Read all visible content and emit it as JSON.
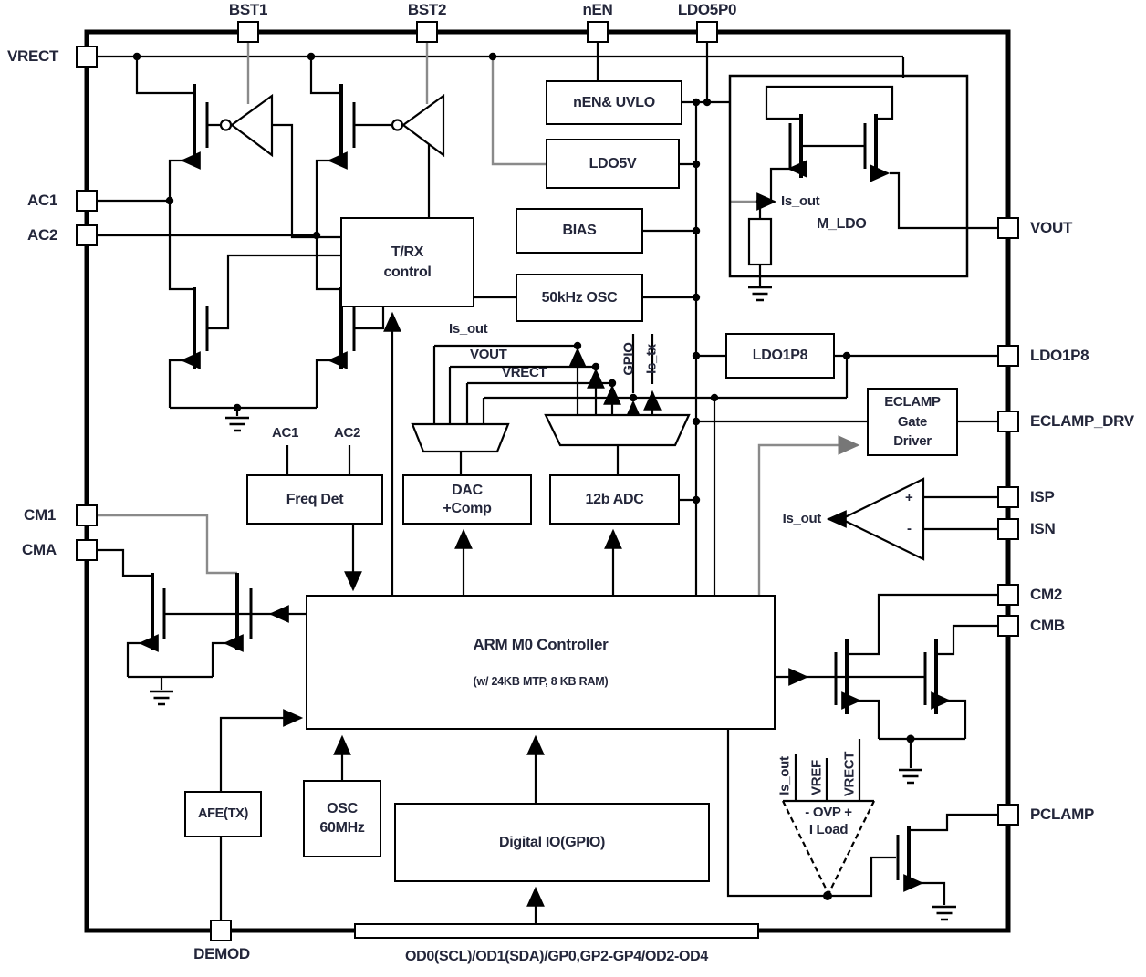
{
  "pins": {
    "top": [
      {
        "id": "BST1",
        "label": "BST1"
      },
      {
        "id": "BST2",
        "label": "BST2"
      },
      {
        "id": "nEN",
        "label": "nEN"
      },
      {
        "id": "LDO5P0",
        "label": "LDO5P0"
      }
    ],
    "left": [
      {
        "id": "VRECT",
        "label": "VRECT"
      },
      {
        "id": "AC1",
        "label": "AC1"
      },
      {
        "id": "AC2",
        "label": "AC2"
      },
      {
        "id": "CM1",
        "label": "CM1"
      },
      {
        "id": "CMA",
        "label": "CMA"
      }
    ],
    "right": [
      {
        "id": "VOUT",
        "label": "VOUT"
      },
      {
        "id": "LDO1P8",
        "label": "LDO1P8"
      },
      {
        "id": "ECLAMP_DRV",
        "label": "ECLAMP_DRV"
      },
      {
        "id": "ISP",
        "label": "ISP"
      },
      {
        "id": "ISN",
        "label": "ISN"
      },
      {
        "id": "CM2",
        "label": "CM2"
      },
      {
        "id": "CMB",
        "label": "CMB"
      },
      {
        "id": "PCLAMP",
        "label": "PCLAMP"
      }
    ],
    "bottom": [
      {
        "id": "DEMOD",
        "label": "DEMOD"
      }
    ],
    "bottom_bus_label": "OD0(SCL)/OD1(SDA)/GP0,GP2-GP4/OD2-OD4"
  },
  "blocks": {
    "nen_uvlo": {
      "label": "nEN& UVLO"
    },
    "ldo5v": {
      "label": "LDO5V"
    },
    "bias": {
      "label": "BIAS"
    },
    "osc_50khz": {
      "label": "50kHz OSC"
    },
    "trx_control": {
      "line1": "T/RX",
      "line2": "control"
    },
    "freq_det": {
      "label": "Freq Det"
    },
    "dac_comp": {
      "line1": "DAC",
      "line2": "+Comp"
    },
    "adc_12b": {
      "label": "12b ADC"
    },
    "ldo1p8": {
      "label": "LDO1P8"
    },
    "eclamp_gate_driver": {
      "line1": "ECLAMP",
      "line2": "Gate",
      "line3": "Driver"
    },
    "arm_m0": {
      "title": "ARM M0 Controller",
      "subtitle": "(w/ 24KB MTP, 8 KB RAM)"
    },
    "afe_tx": {
      "label": "AFE(TX)"
    },
    "osc_60mhz": {
      "line1": "OSC",
      "line2": "60MHz"
    },
    "digital_io": {
      "label": "Digital IO(GPIO)"
    },
    "m_ldo": {
      "label": "M_LDO",
      "is_out_label": "Is_out"
    }
  },
  "signal_labels": {
    "mux_is_out": "Is_out",
    "mux_vout": "VOUT",
    "mux_vrect": "VRECT",
    "gpio": "GPIO",
    "is_tx": "Is_tx",
    "freq_ac1": "AC1",
    "freq_ac2": "AC2",
    "comparator_is_out": "Is_out",
    "comparator_plus": "+",
    "comparator_minus": "-",
    "ovp_row1": "- OVP +",
    "ovp_row2": "I Load",
    "ovp_in_is_out": "Is_out",
    "ovp_in_vref": "VREF",
    "ovp_in_vrect": "VRECT"
  },
  "colors": {
    "wire": "#000000",
    "gray_wire": "#8a8a8a",
    "text": "#23263a",
    "background": "#ffffff"
  }
}
